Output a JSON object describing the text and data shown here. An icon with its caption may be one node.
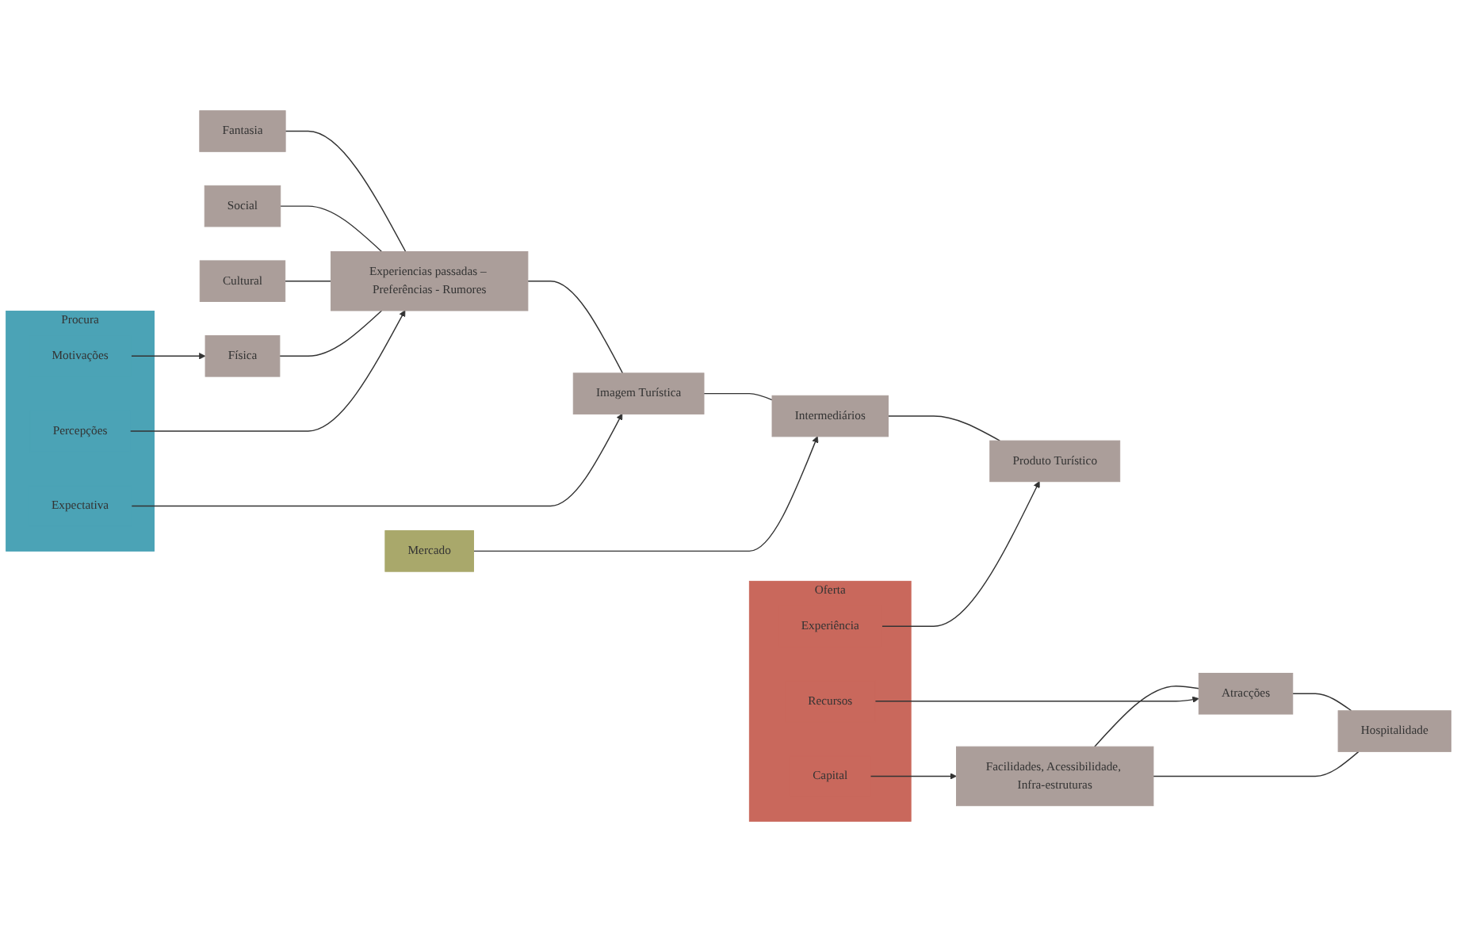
{
  "diagram": {
    "nodes": [
      {
        "text": [
          "Procura"
        ]
      },
      {
        "text": [
          "Motivações"
        ],
        "in": 0
      },
      {
        "text": [
          "Percepções"
        ],
        "in": 0
      },
      {
        "text": [
          "Expectativa"
        ],
        "in": 0
      },
      {
        "text": [
          "Mercado"
        ]
      },
      {
        "text": [
          "Oferta"
        ]
      },
      {
        "text": [
          "Experiência"
        ],
        "in": 5
      },
      {
        "text": [
          "Capital"
        ],
        "in": 5
      },
      {
        "text": [
          "Recursos"
        ],
        "in": 5
      },
      {
        "text": [
          "Física"
        ]
      },
      {
        "text": [
          "Cultural"
        ]
      },
      {
        "text": [
          "Social"
        ]
      },
      {
        "text": [
          "Fantasia"
        ]
      },
      {
        "text": [
          "Experiencias passadas – Preferências - Rumores"
        ]
      },
      {
        "text": [
          "Imagem Turística"
        ]
      },
      {
        "text": [
          "Intermediários"
        ]
      },
      {
        "text": [
          "Produto Turístico"
        ]
      },
      {
        "text": [
          "Facilidades, Acessibilidade, Infra-estruturas"
        ]
      },
      {
        "text": [
          "Atracções"
        ]
      },
      {
        "text": [
          "Hospitalidade"
        ]
      }
    ],
    "edges": [
      {
        "from": 1,
        "to": 9,
        "arrow": "to"
      },
      {
        "from": 2,
        "to": 13,
        "arrow": "to"
      },
      {
        "from": 3,
        "to": 14,
        "arrow": "to"
      },
      {
        "from": 4,
        "to": 15,
        "arrow": "to"
      },
      {
        "from": 6,
        "to": 16,
        "arrow": "to"
      },
      {
        "from": 7,
        "to": 17,
        "arrow": "to"
      },
      {
        "from": 8,
        "to": 18,
        "arrow": "to"
      },
      {
        "from": 9,
        "to": 13,
        "arrow": "none"
      },
      {
        "from": 10,
        "to": 13,
        "arrow": "none"
      },
      {
        "from": 11,
        "to": 13,
        "arrow": "none"
      },
      {
        "from": 12,
        "to": 13,
        "arrow": "none"
      },
      {
        "from": 13,
        "to": 14,
        "arrow": "none"
      },
      {
        "from": 14,
        "to": 15,
        "arrow": "none"
      },
      {
        "from": 15,
        "to": 16,
        "arrow": "none"
      },
      {
        "from": 17,
        "to": 18,
        "arrow": "none"
      },
      {
        "from": 17,
        "to": 19,
        "arrow": "none"
      },
      {
        "from": 18,
        "to": 19,
        "arrow": "none"
      }
    ]
  }
}
